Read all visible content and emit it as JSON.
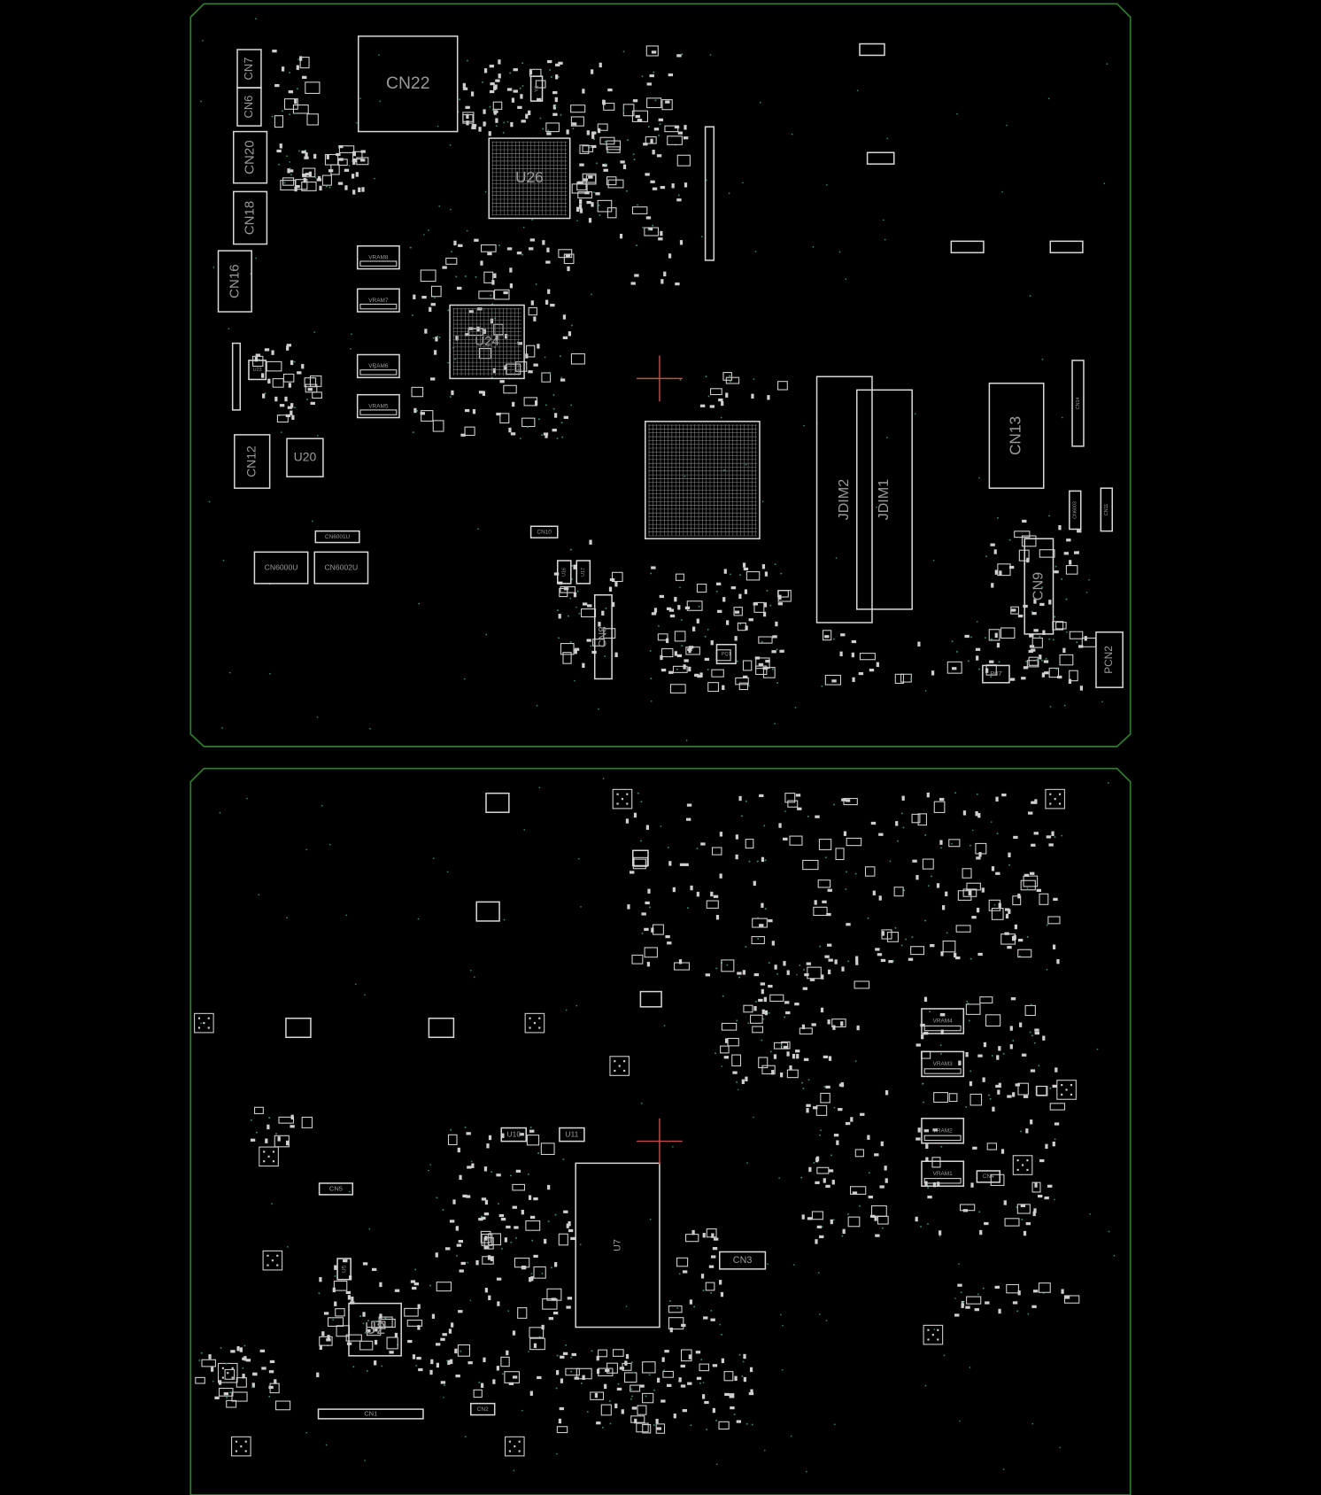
{
  "colors": {
    "background": "#000000",
    "outline": "#2f7d2f",
    "component": "#d8d8d8",
    "label": "#9a9a9a",
    "crosshair": "#c05050",
    "via": "#3a8a5a"
  },
  "top_side": {
    "labels": {
      "cn7": "CN7",
      "cn6": "CN6",
      "cn20": "CN20",
      "cn18": "CN18",
      "cn16": "CN16",
      "cn22": "CN22",
      "u26": "U26",
      "u24": "U24",
      "vram8": "VRAM8",
      "vram7": "VRAM7",
      "vram6": "VRAM6",
      "vram5": "VRAM5",
      "u20": "U20",
      "cn12": "CN12",
      "cn6000u": "CN6000U",
      "cn6002u": "CN6002U",
      "cn6001u": "CN6001U",
      "cn10": "CN10",
      "u16": "U16",
      "u17": "U17",
      "cn8": "CN8",
      "y1": "Y1",
      "u23": "U23",
      "jdim2": "JDIM2",
      "jdim1": "JDIM1",
      "cn13": "CN13",
      "cn14": "CN14",
      "cn9": "CN9",
      "pcn2": "PCN2",
      "p07": "P07",
      "cn11": "CN11",
      "cn6003": "CN6003",
      "pq1": "PQ1"
    }
  },
  "bottom_side": {
    "labels": {
      "u2": "U2",
      "cn5": "CN5",
      "cn1": "CN1",
      "cn2": "CN2",
      "u10": "U10",
      "u11": "U11",
      "u5": "U5",
      "cn3": "CN3",
      "vram4": "VRAM4",
      "vram3": "VRAM3",
      "vram2": "VRAM2",
      "vram1": "VRAM1",
      "cn4": "CN4",
      "u7": "U7"
    }
  }
}
